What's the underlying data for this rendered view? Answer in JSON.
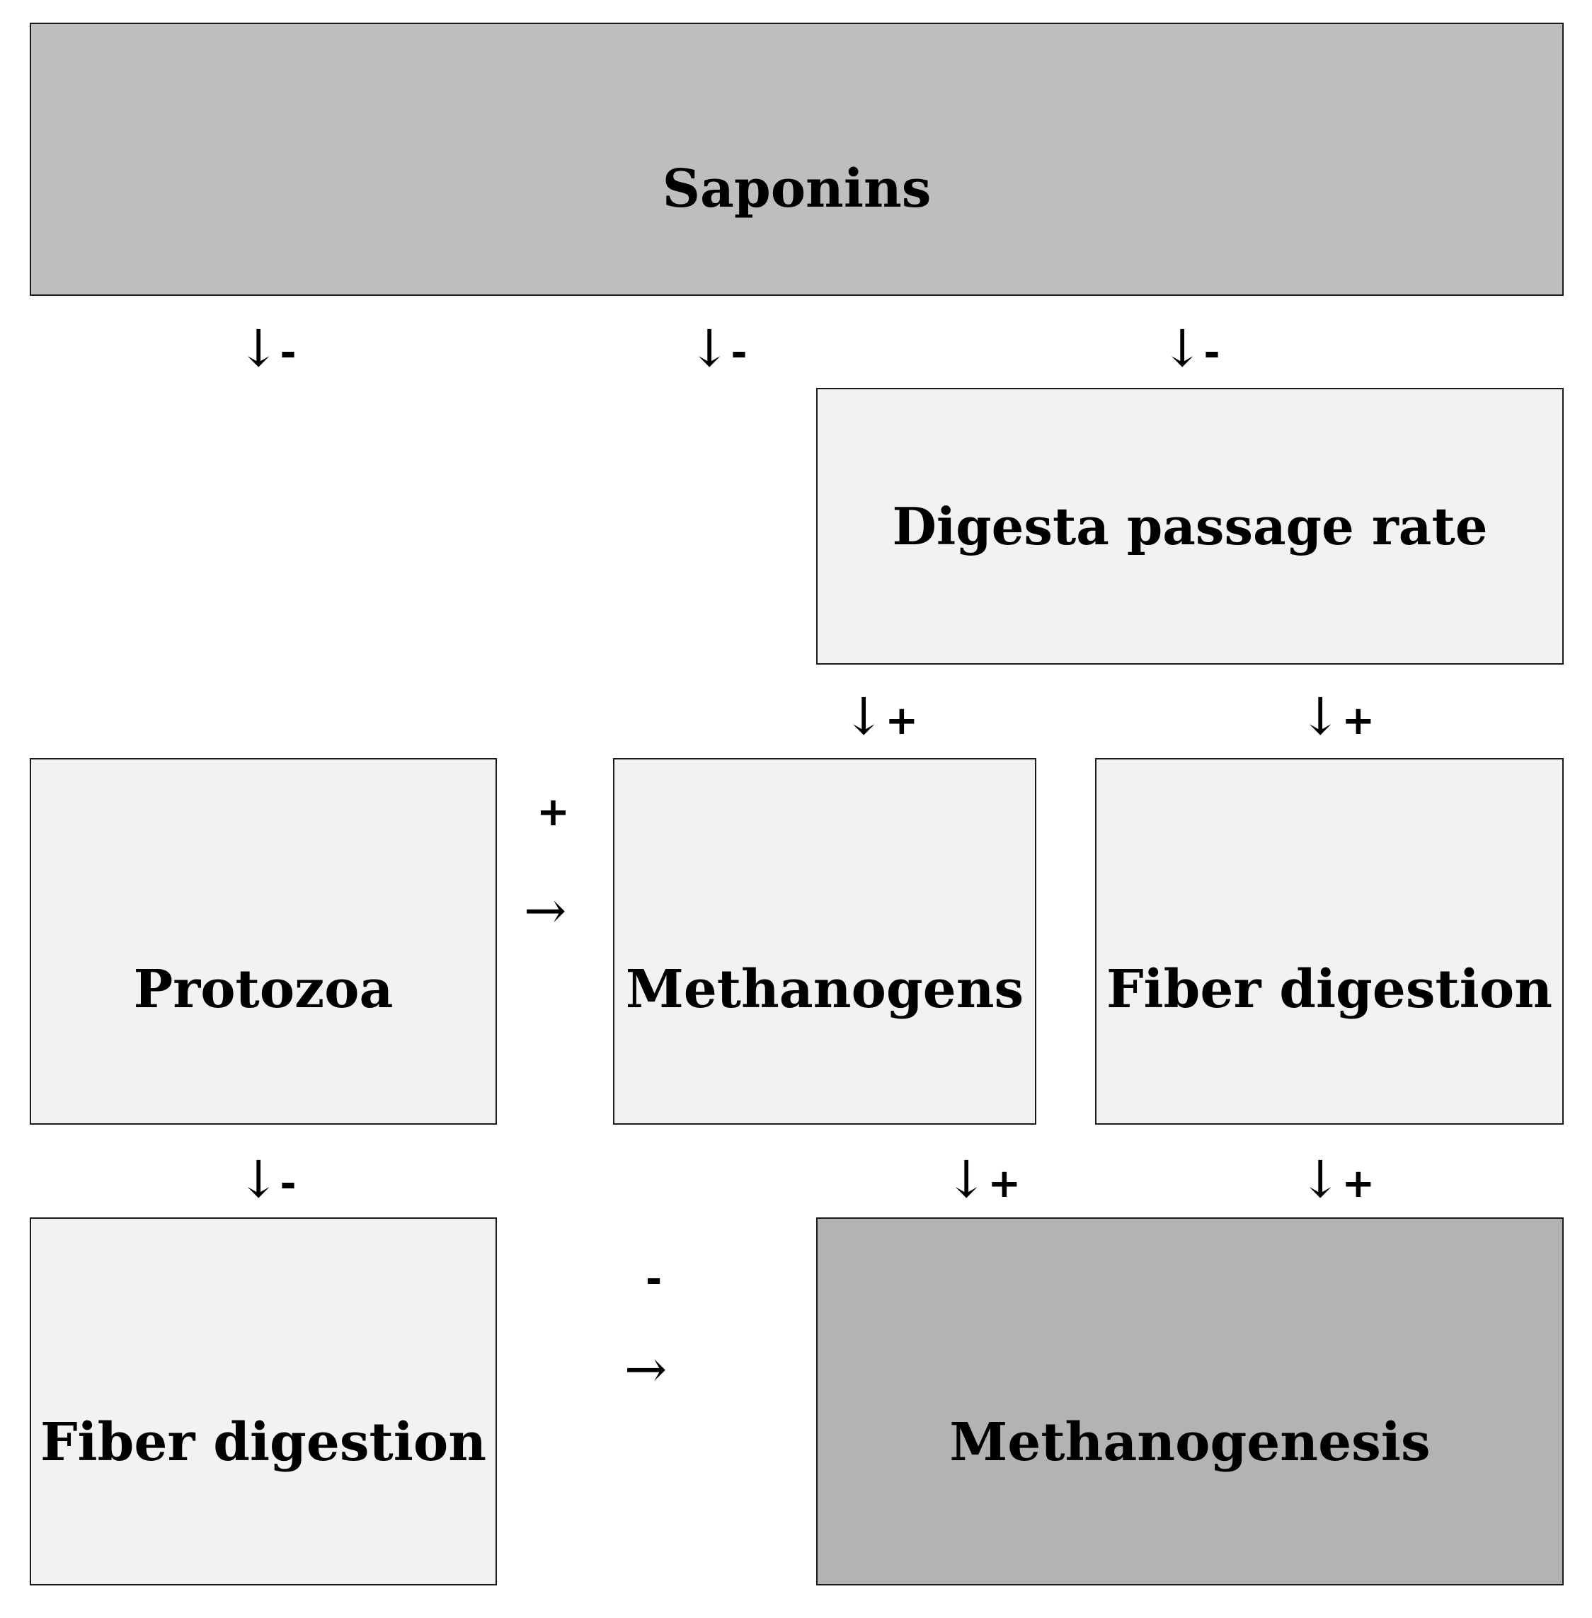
{
  "colors": {
    "dark_fill": "#bebebe",
    "darker_fill": "#b3b3b3",
    "light_fill": "#f2f2f2",
    "border": "#1a1a1a"
  },
  "nodes": {
    "saponins": "Saponins",
    "digesta_passage_rate": "Digesta passage rate",
    "protozoa": "Protozoa",
    "methanogens": "Methanogens",
    "fiber_digestion_right": "Fiber digestion",
    "fiber_digestion_left": "Fiber digestion",
    "methanogenesis": "Methanogenesis"
  },
  "edges": {
    "down_arrow": "↓",
    "right_arrow": "→",
    "saponins_to_protozoa": "-",
    "saponins_to_methanogens": "-",
    "saponins_to_passage_rate": "-",
    "passage_rate_to_methanogens": "+",
    "passage_rate_to_fiber_digestion": "+",
    "protozoa_to_methanogens": "+",
    "protozoa_to_fiber_digestion": "-",
    "methanogens_to_methanogenesis": "+",
    "fiber_digestion_to_methanogenesis": "+",
    "fiber_digestion_left_to_methanogenesis": "-"
  }
}
